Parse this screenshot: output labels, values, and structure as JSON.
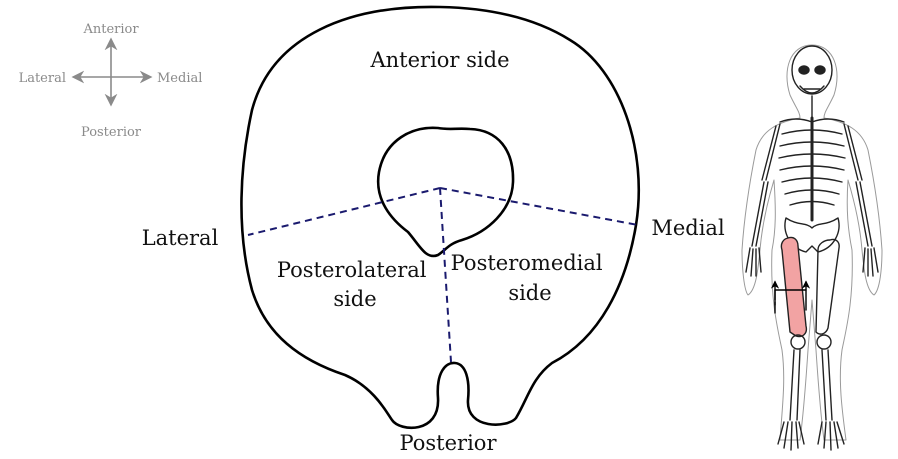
{
  "compass": {
    "up": "Anterior",
    "down": "Posterior",
    "left": "Lateral",
    "right": "Medial",
    "color": "#8a8a8a"
  },
  "cross_section": {
    "top": "Anterior side",
    "left": "Lateral",
    "right": "Medial",
    "bottom": "Posterior",
    "posterolateral": [
      "Posterolateral",
      "side"
    ],
    "posteromedial": [
      "Posteromedial",
      "side"
    ],
    "outline_color": "#000000",
    "dashed_line_color": "#1a1a6e"
  },
  "skeleton": {
    "highlighted_bone": "left femur",
    "highlight_color": "#f2a3a3"
  }
}
